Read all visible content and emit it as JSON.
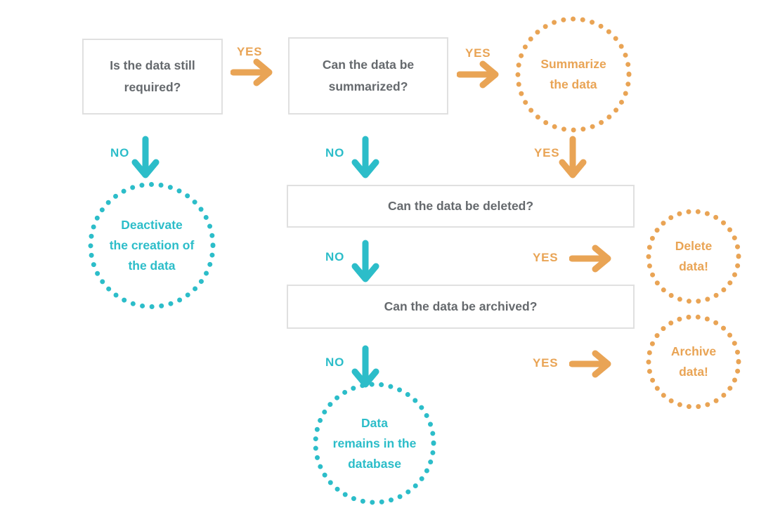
{
  "labels": {
    "yes": "YES",
    "no": "NO"
  },
  "colors": {
    "teal": "#2CBDC9",
    "orange": "#E9A455",
    "box_border": "#E0E0E0",
    "question_text": "#65696D",
    "background": "#FFFFFF"
  },
  "questions": {
    "required": "Is the data still required?",
    "summarized": "Can the data be summarized?",
    "deleted": "Can the data be deleted?",
    "archived": "Can the data be archived?"
  },
  "outcomes": {
    "summarize": {
      "lines": [
        "Summarize",
        "the data"
      ]
    },
    "deactivate": {
      "lines": [
        "Deactivate",
        "the creation of",
        "the data"
      ]
    },
    "delete": {
      "lines": [
        "Delete",
        "data!"
      ]
    },
    "archive": {
      "lines": [
        "Archive",
        "data!"
      ]
    },
    "remains": {
      "lines": [
        "Data",
        "remains in the",
        "database"
      ]
    }
  }
}
